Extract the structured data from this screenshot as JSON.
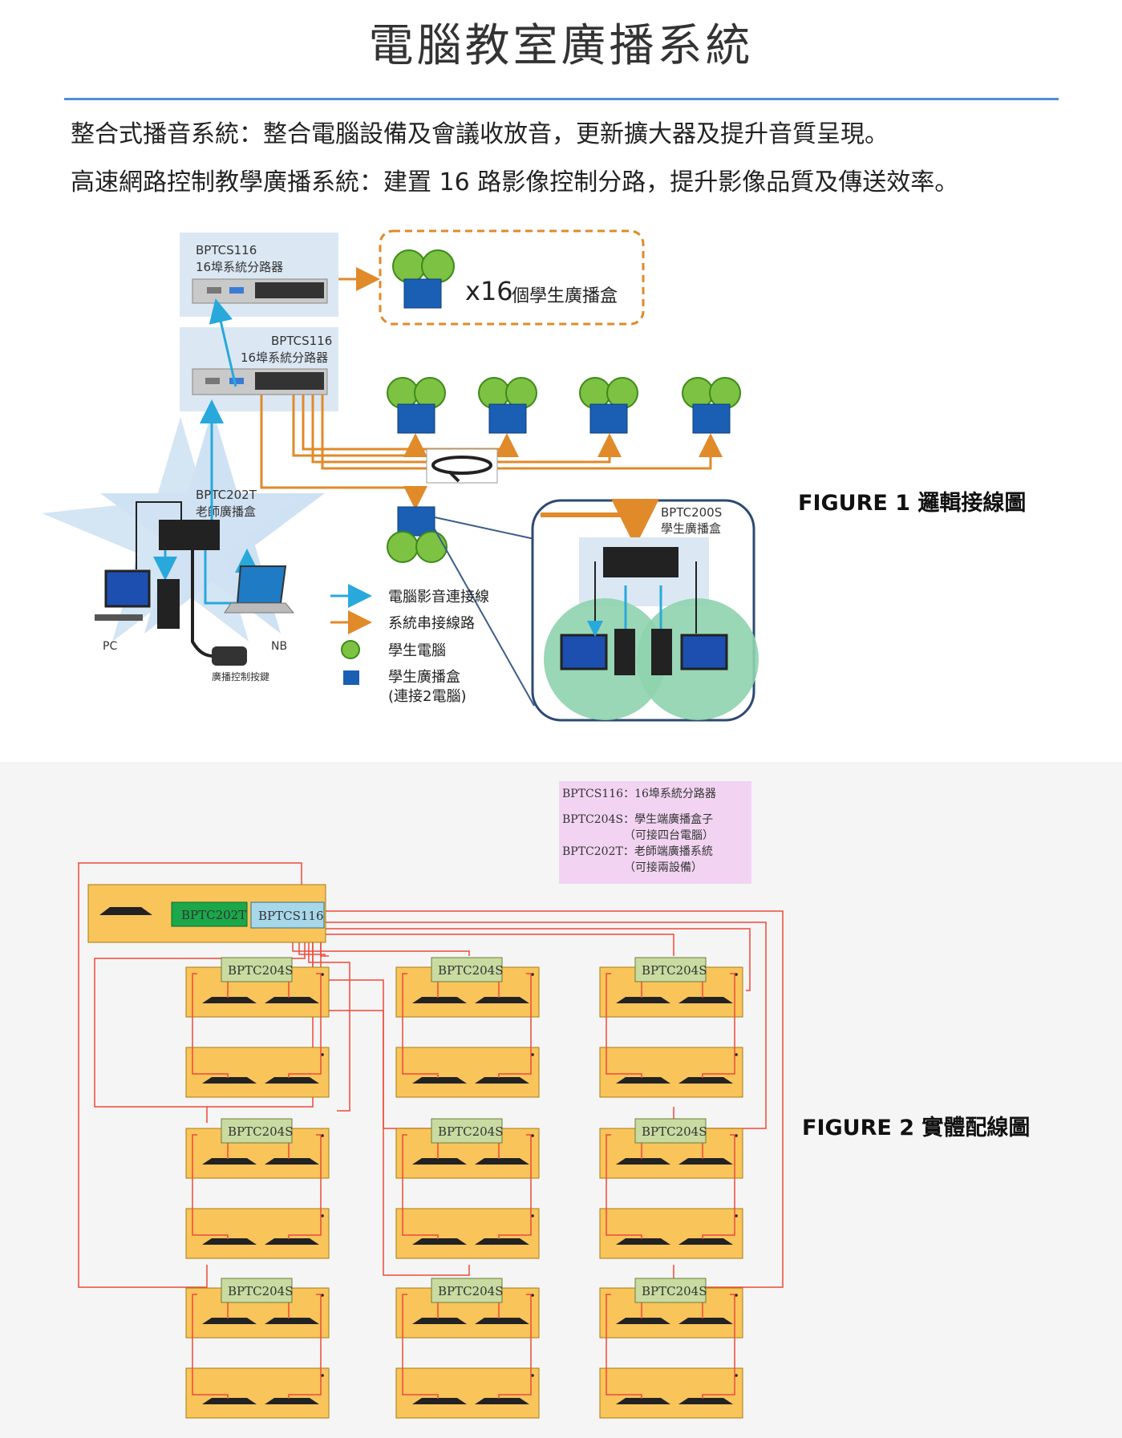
{
  "title": "電腦教室廣播系統",
  "intro": {
    "line1": "整合式播音系統：整合電腦設備及會議收放音，更新擴大器及提升音質呈現。",
    "line2": "高速網路控制教學廣播系統：建置 16 路影像控制分路，提升影像品質及傳送效率。"
  },
  "figure1": {
    "label": "FIGURE 1  邏輯接線圖",
    "splitter_top": {
      "model": "BPTCS116",
      "name": "16埠系統分路器"
    },
    "splitter_mid": {
      "model": "BPTCS116",
      "name": "16埠系統分路器"
    },
    "student_boxes_count": "x16",
    "student_boxes_label": "個學生廣播盒",
    "teacher_box": {
      "model": "BPTC202T",
      "name": "老師廣播盒"
    },
    "student_box": {
      "model": "BPTC200S",
      "name": "學生廣播盒"
    },
    "pc_label": "PC",
    "nb_label": "NB",
    "remote_label": "廣播控制按鍵",
    "legend": {
      "av_line": "電腦影音連接線",
      "serial_line": "系統串接線路",
      "student_pc": "學生電腦",
      "student_box": "學生廣播盒",
      "student_box_note": "(連接2電腦)"
    },
    "colors": {
      "av": "#29a8dc",
      "serial": "#e08a2a",
      "green": "#7dc242",
      "blue": "#1a5fb4",
      "panel": "#dbe8f4"
    }
  },
  "figure2": {
    "label": "FIGURE 2  實體配線圖",
    "info": {
      "line1": "BPTCS116：16埠系統分路器",
      "line2": "BPTC204S：學生端廣播盒子",
      "line3": "（可接四台電腦）",
      "line4": "BPTC202T：老師端廣播系統",
      "line5": "（可接兩設備）"
    },
    "teacher_module": "BPTC202T",
    "splitter_module": "BPTCS116",
    "student_module": "BPTC204S",
    "colors": {
      "desk": "#f9c45a",
      "wire": "#ee4a3a",
      "green": "#1aa84a",
      "cyan": "#a6d8ea",
      "module": "#c9dba0",
      "info_bg": "#f2d4f2"
    }
  }
}
